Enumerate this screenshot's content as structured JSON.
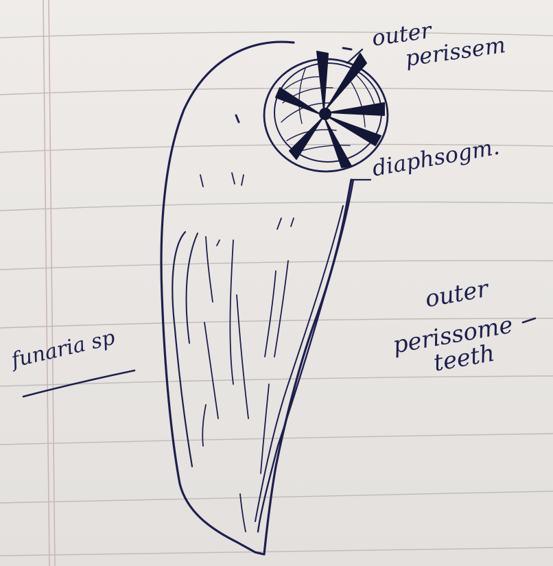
{
  "diagram": {
    "labels": {
      "outer_peristome_top": [
        "outer",
        "perissem"
      ],
      "diaphragm": "diaphsogm.",
      "funaria_sp": "funaria sp",
      "outer_peristome_teeth": [
        "outer",
        "perissome",
        "teeth"
      ]
    },
    "colors": {
      "ink": "#1d1f4d",
      "paper": "#e9e6e3",
      "rule_line": "#bfbab6",
      "margin_line": "#c9b7b5"
    }
  }
}
